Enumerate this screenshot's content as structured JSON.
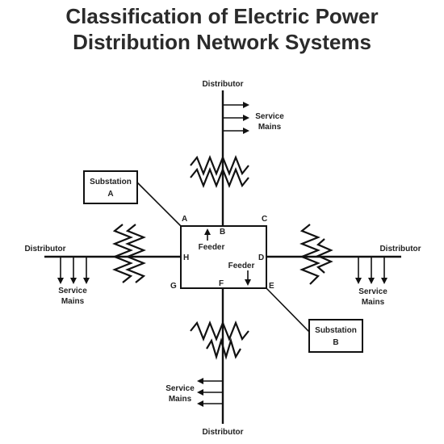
{
  "title": {
    "line1": "Classification of Electric Power",
    "line2": "Distribution Network Systems"
  },
  "labels": {
    "distributor": "Distributor",
    "service": "Service",
    "mains": "Mains",
    "feeder": "Feeder",
    "substation": "Substation",
    "substation_a_letter": "A",
    "substation_b_letter": "B"
  },
  "points": {
    "A": "A",
    "B": "B",
    "C": "C",
    "D": "D",
    "E": "E",
    "F": "F",
    "G": "G",
    "H": "H"
  }
}
